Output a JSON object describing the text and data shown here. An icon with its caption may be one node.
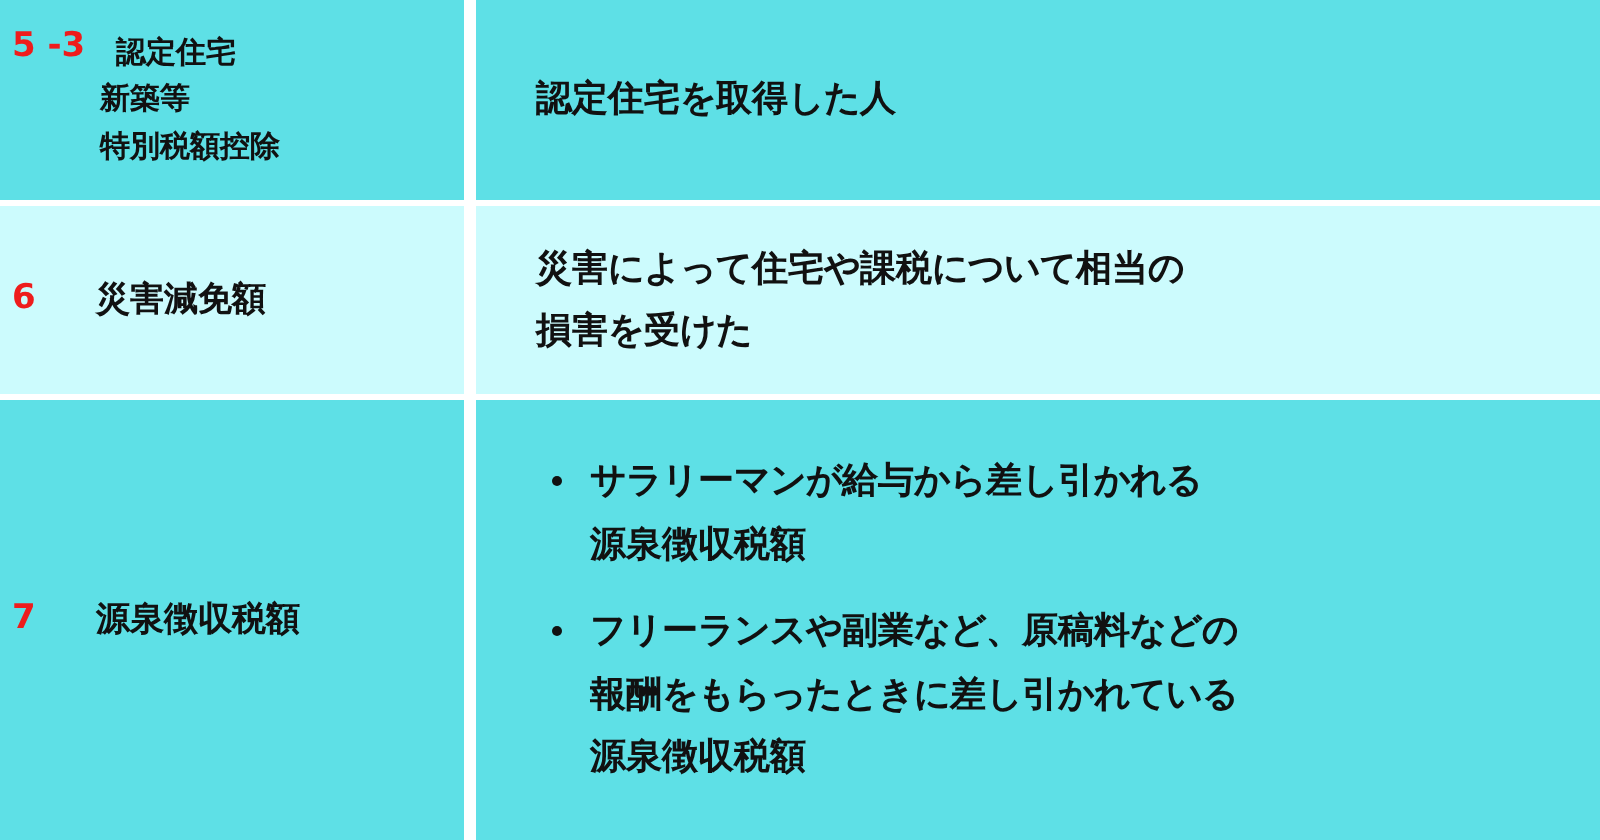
{
  "diagram": {
    "nodes": [
      {
        "text": [
          "5 -3",
          "認定住宅",
          "新築等",
          "特別税額控除"
        ]
      },
      {
        "text": [
          "認定住宅を取得した人"
        ]
      },
      {
        "text": [
          "6",
          "災害減免額"
        ]
      },
      {
        "text": [
          "災害によって住宅や課税について相当の損害を受けた"
        ]
      },
      {
        "text": [
          "7",
          "源泉徴収税額"
        ]
      },
      {
        "text": [
          "サラリーマンが給与から差し引かれる源泉徴収税額",
          "フリーランスや副業など、原稿料などの報酬をもらったときに差し引かれている源泉徴収税額"
        ]
      }
    ]
  }
}
